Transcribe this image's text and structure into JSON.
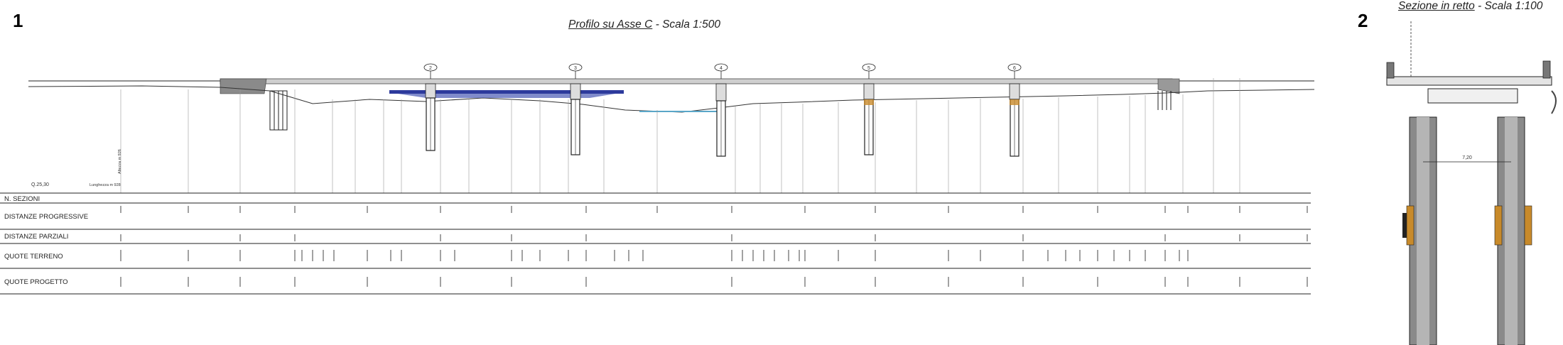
{
  "panel1": {
    "number": "1",
    "title_underlined": "Profilo su Asse C",
    "title_rest": " - Scala 1:500",
    "table_rows": [
      "N. SEZIONI",
      "DISTANZE PROGRESSIVE",
      "DISTANZE PARZIALI",
      "QUOTE TERRENO",
      "QUOTE PROGETTO"
    ],
    "pier_labels": [
      "2",
      "3",
      "4",
      "5",
      "6"
    ],
    "vertical_note": "Altezza m 926",
    "length_note": "Lunghezza m 928",
    "legend_mark": "Q.25,30"
  },
  "panel2": {
    "number": "2",
    "title_underlined": "Sezione in retto",
    "title_rest": " - Scala 1:100",
    "dimension": "7,20"
  },
  "colors": {
    "river": "#2d3a9c",
    "water_line": "#5aa6c8",
    "pier": "#555555",
    "bearing": "#c88a2a",
    "abutment": "#777777"
  }
}
